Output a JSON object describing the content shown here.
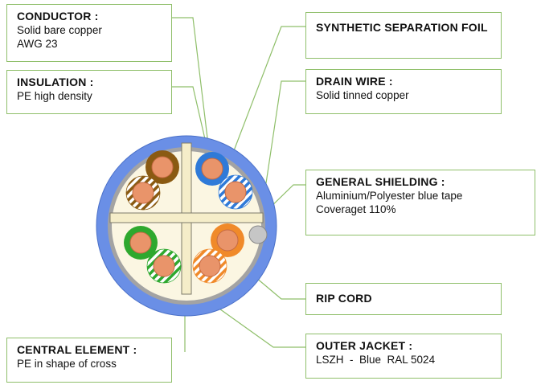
{
  "callouts": {
    "conductor": {
      "title": "CONDUCTOR :",
      "lines": [
        "Solid bare copper",
        "AWG 23"
      ]
    },
    "insulation": {
      "title": "INSULATION :",
      "lines": [
        "PE high density"
      ]
    },
    "central_element": {
      "title": "CENTRAL ELEMENT :",
      "lines": [
        "PE in shape of cross"
      ]
    },
    "synthetic_foil": {
      "title": "SYNTHETIC SEPARATION FOIL",
      "lines": []
    },
    "drain_wire": {
      "title": "DRAIN WIRE :",
      "lines": [
        "Solid tinned copper"
      ]
    },
    "general_shielding": {
      "title": "GENERAL SHIELDING :",
      "lines": [
        "Aluminium/Polyester blue tape",
        "Coveraget 110%"
      ]
    },
    "rip_cord": {
      "title": "RIP CORD",
      "lines": []
    },
    "outer_jacket": {
      "title": "OUTER JACKET :",
      "lines": [
        "LSZH  -  Blue  RAL 5024"
      ]
    }
  },
  "colors": {
    "jacket": "#6a8fe6",
    "shield": "#9a9a9a",
    "core_fill": "#fbf6e2",
    "cross": "#f5edc9",
    "copper": "#e9946a",
    "leader": "#8fbf6a",
    "brown": "#8a5a12",
    "blue": "#2f7ad8",
    "green": "#2ea82e",
    "orange": "#f08a2a"
  }
}
